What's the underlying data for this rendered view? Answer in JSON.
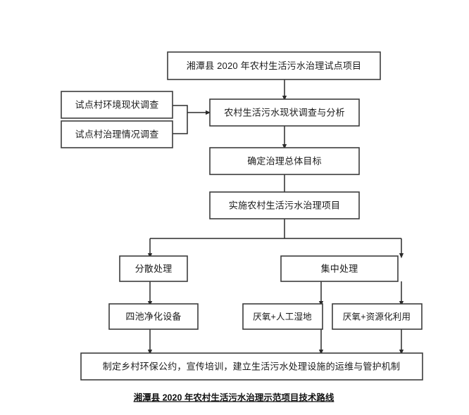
{
  "diagram": {
    "title_caption": "湘潭县 2020 年农村生活污水治理示范项目技术路线",
    "colors": {
      "box_stroke": "#3c3c3c",
      "connector": "#2b2b2b",
      "text": "#1a1a1a",
      "background": "#ffffff"
    },
    "nodes": {
      "project": "湘潭县 2020 年农村生活污水治理试点项目",
      "village_env_survey": "试点村环境现状调查",
      "village_treat_survey": "试点村治理情况调查",
      "status_analysis": "农村生活污水现状调查与分析",
      "overall_goal": "确定治理总体目标",
      "implement_project": "实施农村生活污水治理项目",
      "decentralized": "分散处理",
      "centralized": "集中处理",
      "four_pond": "四池净化设备",
      "anaerobic_wetland": "厌氧+人工湿地",
      "anaerobic_resource": "厌氧+资源化利用",
      "mechanism": "制定乡村环保公约，宣传培训，建立生活污水处理设施的运维与管护机制"
    }
  }
}
